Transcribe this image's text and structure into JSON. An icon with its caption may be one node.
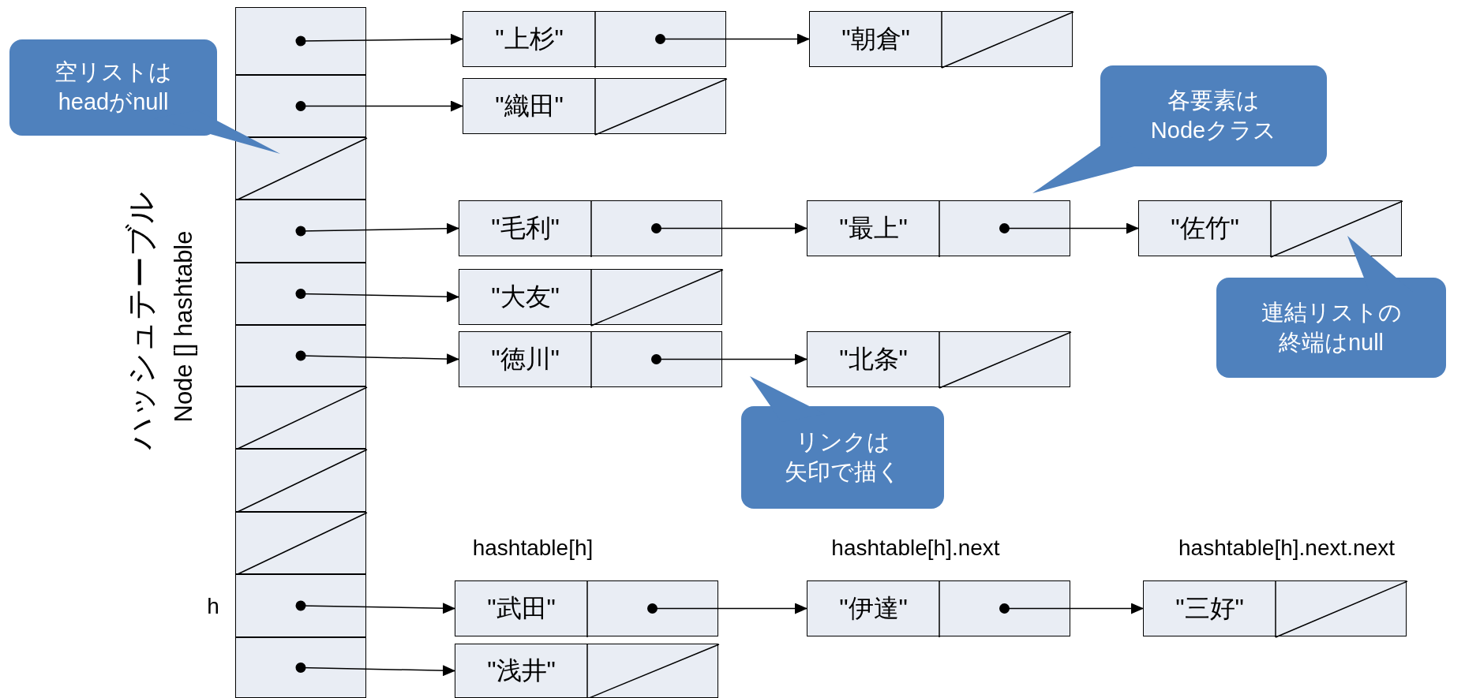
{
  "diagram": {
    "nodes": [
      {
        "text": [],
        "shape": "box"
      },
      {
        "text": [],
        "shape": "box"
      },
      {
        "text": [],
        "shape": "box"
      },
      {
        "text": [],
        "shape": "box"
      },
      {
        "text": [],
        "shape": "box"
      },
      {
        "text": [],
        "shape": "box"
      },
      {
        "text": [],
        "shape": "box"
      },
      {
        "text": [],
        "shape": "box"
      },
      {
        "text": [],
        "shape": "box"
      },
      {
        "text": [],
        "shape": "box"
      },
      {
        "text": [],
        "shape": "box"
      },
      {
        "text": [
          "\"上杉\""
        ]
      },
      {
        "text": [
          "\"朝倉\""
        ]
      },
      {
        "text": [
          "\"織田\""
        ]
      },
      {
        "text": [
          "\"毛利\""
        ]
      },
      {
        "text": [
          "\"最上\""
        ]
      },
      {
        "text": [
          "\"佐竹\""
        ]
      },
      {
        "text": [
          "\"大友\""
        ]
      },
      {
        "text": [
          "\"徳川\""
        ]
      },
      {
        "text": [
          "\"北条\""
        ]
      },
      {
        "text": [
          "\"武田\""
        ]
      },
      {
        "text": [
          "\"伊達\""
        ]
      },
      {
        "text": [
          "\"三好\""
        ]
      },
      {
        "text": [
          "\"浅井\""
        ]
      },
      {
        "text": [
          "空リストはheadがnull"
        ]
      },
      {
        "text": [
          "各要素はNodeクラス"
        ]
      },
      {
        "text": [
          "連結リストの終端はnull"
        ]
      },
      {
        "text": [
          "リンクは矢印で描く"
        ]
      }
    ],
    "edges": [
      {
        "from": 0,
        "to": 11,
        "arrow": "to"
      },
      {
        "from": 11,
        "to": 12,
        "arrow": "to"
      },
      {
        "from": 1,
        "to": 13,
        "arrow": "to"
      },
      {
        "from": 3,
        "to": 14,
        "arrow": "to"
      },
      {
        "from": 14,
        "to": 15,
        "arrow": "to"
      },
      {
        "from": 15,
        "to": 16,
        "arrow": "to"
      },
      {
        "from": 4,
        "to": 17,
        "arrow": "to"
      },
      {
        "from": 5,
        "to": 18,
        "arrow": "to"
      },
      {
        "from": 18,
        "to": 19,
        "arrow": "to"
      },
      {
        "from": 9,
        "to": 20,
        "arrow": "to"
      },
      {
        "from": 20,
        "to": 21,
        "arrow": "to"
      },
      {
        "from": 21,
        "to": 22,
        "arrow": "to"
      },
      {
        "from": 10,
        "to": 23,
        "arrow": "to"
      }
    ],
    "labels": [
      "ハッシュテーブル",
      "Node [] hashtable",
      "hashtable[h]",
      "hashtable[h].next",
      "hashtable[h].next.next",
      "h"
    ]
  }
}
